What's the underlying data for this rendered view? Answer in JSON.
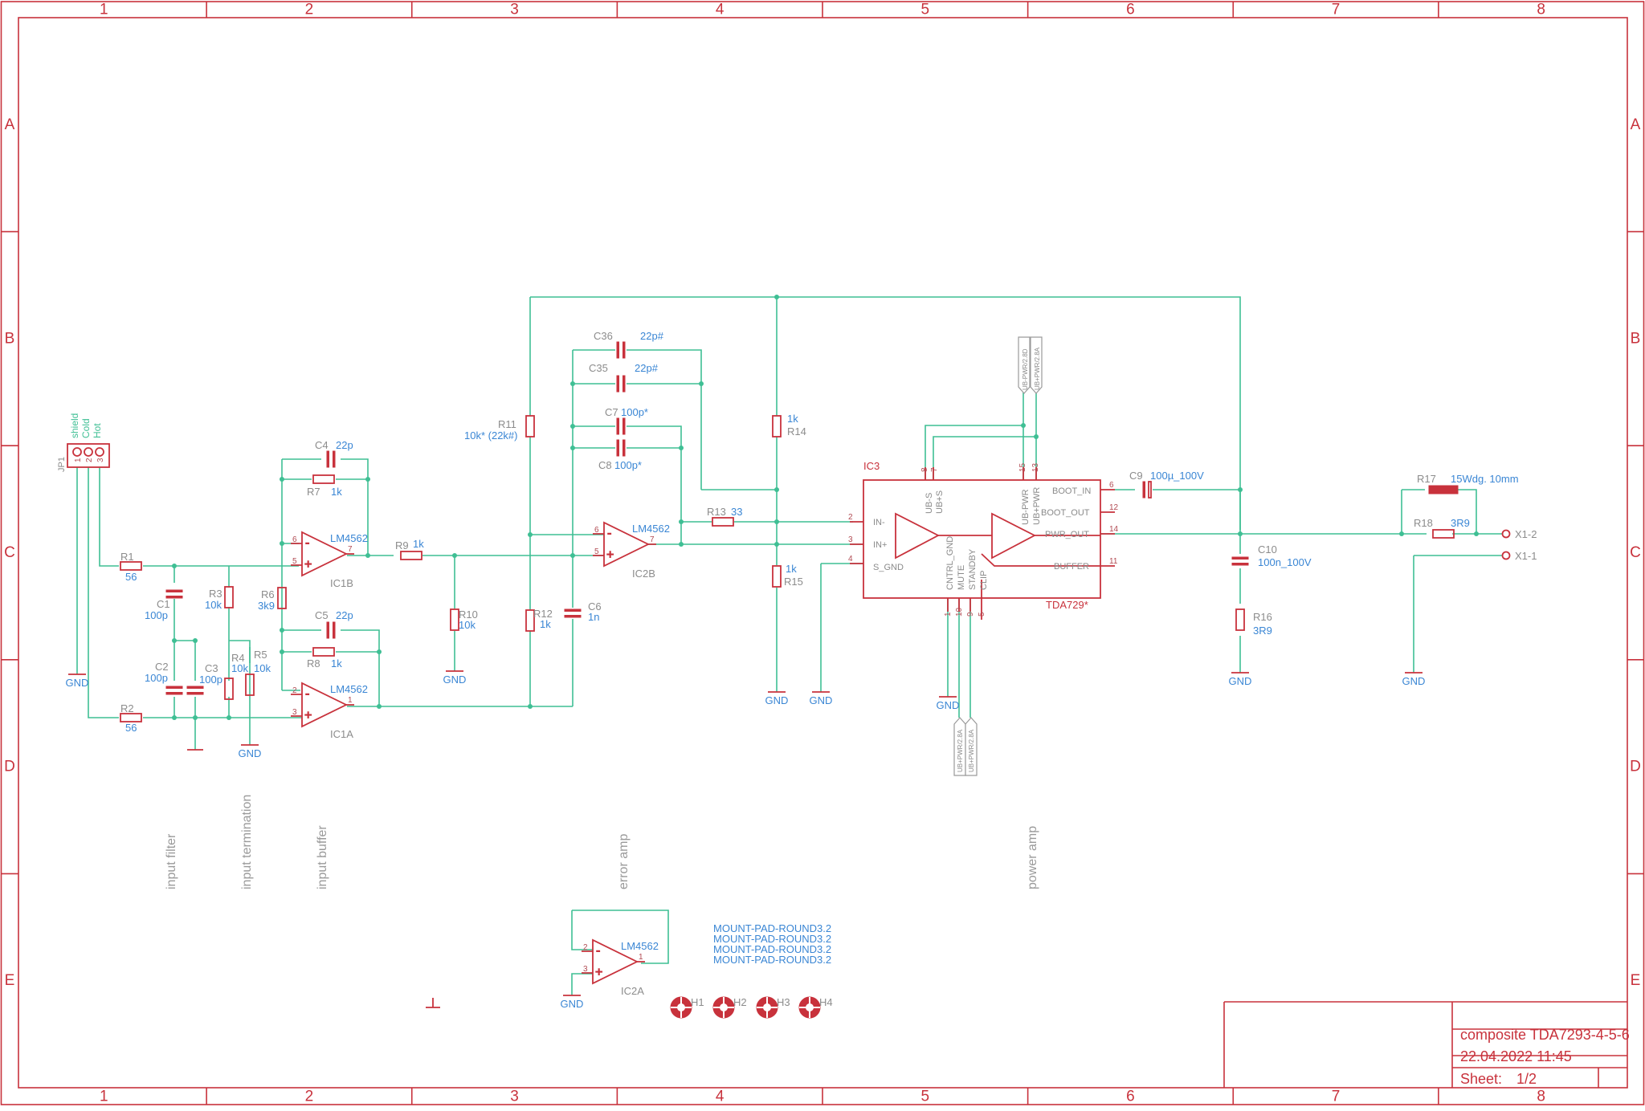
{
  "frame": {
    "columns": [
      "1",
      "2",
      "3",
      "4",
      "5",
      "6",
      "7",
      "8"
    ],
    "rows": [
      "A",
      "B",
      "C",
      "D",
      "E"
    ]
  },
  "connector": {
    "name": "JP1",
    "pins": [
      "shield",
      "Cold",
      "Hot"
    ],
    "pin_numbers": [
      "1",
      "2",
      "3"
    ]
  },
  "resistors": [
    {
      "name": "R1",
      "value": "56"
    },
    {
      "name": "R2",
      "value": "56"
    },
    {
      "name": "R3",
      "value": "10k"
    },
    {
      "name": "R4",
      "value": "10k"
    },
    {
      "name": "R5",
      "value": "10k"
    },
    {
      "name": "R6",
      "value": "3k9"
    },
    {
      "name": "R7",
      "value": "1k"
    },
    {
      "name": "R8",
      "value": "1k"
    },
    {
      "name": "R9",
      "value": "1k"
    },
    {
      "name": "R10",
      "value": "10k"
    },
    {
      "name": "R11",
      "value": "10k* (22k#)"
    },
    {
      "name": "R12",
      "value": "1k"
    },
    {
      "name": "R13",
      "value": "33"
    },
    {
      "name": "R14",
      "value": "1k"
    },
    {
      "name": "R15",
      "value": "1k"
    },
    {
      "name": "R16",
      "value": "3R9"
    },
    {
      "name": "R17",
      "value": "15Wdg. 10mm"
    },
    {
      "name": "R18",
      "value": "3R9"
    }
  ],
  "capacitors": [
    {
      "name": "C1",
      "value": "100p"
    },
    {
      "name": "C2",
      "value": "100p"
    },
    {
      "name": "C3",
      "value": "100p"
    },
    {
      "name": "C4",
      "value": "22p"
    },
    {
      "name": "C5",
      "value": "22p"
    },
    {
      "name": "C6",
      "value": "1n"
    },
    {
      "name": "C7",
      "value": "100p*"
    },
    {
      "name": "C8",
      "value": "100p*"
    },
    {
      "name": "C9",
      "value": "100µ_100V"
    },
    {
      "name": "C10",
      "value": "100n_100V"
    },
    {
      "name": "C35",
      "value": "22p#"
    },
    {
      "name": "C36",
      "value": "22p#"
    }
  ],
  "opamps": [
    {
      "name": "IC1A",
      "value": "LM4562",
      "pins": [
        "2",
        "3",
        "1"
      ]
    },
    {
      "name": "IC1B",
      "value": "LM4562",
      "pins": [
        "6",
        "5",
        "7"
      ]
    },
    {
      "name": "IC2B",
      "value": "LM4562",
      "pins": [
        "6",
        "5",
        "7"
      ]
    },
    {
      "name": "IC2A",
      "value": "LM4562",
      "pins": [
        "2",
        "3",
        "1"
      ]
    }
  ],
  "power_ic": {
    "name": "IC3",
    "value": "TDA729*",
    "inner_pins": [
      "IN-",
      "IN+",
      "S_GND",
      "UB-S",
      "UB+S",
      "UB-PWR",
      "UB+PWR",
      "BOOT_IN",
      "BOOT_OUT",
      "PWR_OUT",
      "BUFFER",
      "CNTRL_GND",
      "MUTE",
      "STANDBY",
      "CLIP"
    ],
    "pin_numbers": [
      "2",
      "3",
      "4",
      "8",
      "7",
      "15",
      "13",
      "6",
      "12",
      "14",
      "11",
      "1",
      "10",
      "9",
      "5"
    ]
  },
  "supply_flags": {
    "top": [
      "UB-PWR/2.8D",
      "UB+PWR/2.8A"
    ],
    "bottom": [
      "UB+PWR/2.8A",
      "UB+PWR/2.8A"
    ]
  },
  "ground_label": "GND",
  "outputs": [
    "X1-2",
    "X1-1"
  ],
  "mount_pads": {
    "labels": [
      "MOUNT-PAD-ROUND3.2",
      "MOUNT-PAD-ROUND3.2",
      "MOUNT-PAD-ROUND3.2",
      "MOUNT-PAD-ROUND3.2"
    ],
    "holes": [
      "H1",
      "H2",
      "H3",
      "H4"
    ]
  },
  "section_notes": [
    "input filter",
    "input termination",
    "input buffer",
    "error amp",
    "power amp"
  ],
  "title_block": {
    "title": "composite TDA7293-4-5-6",
    "date": "22.04.2022 11:45",
    "sheet_label": "Sheet:",
    "sheet_value": "1/2"
  }
}
